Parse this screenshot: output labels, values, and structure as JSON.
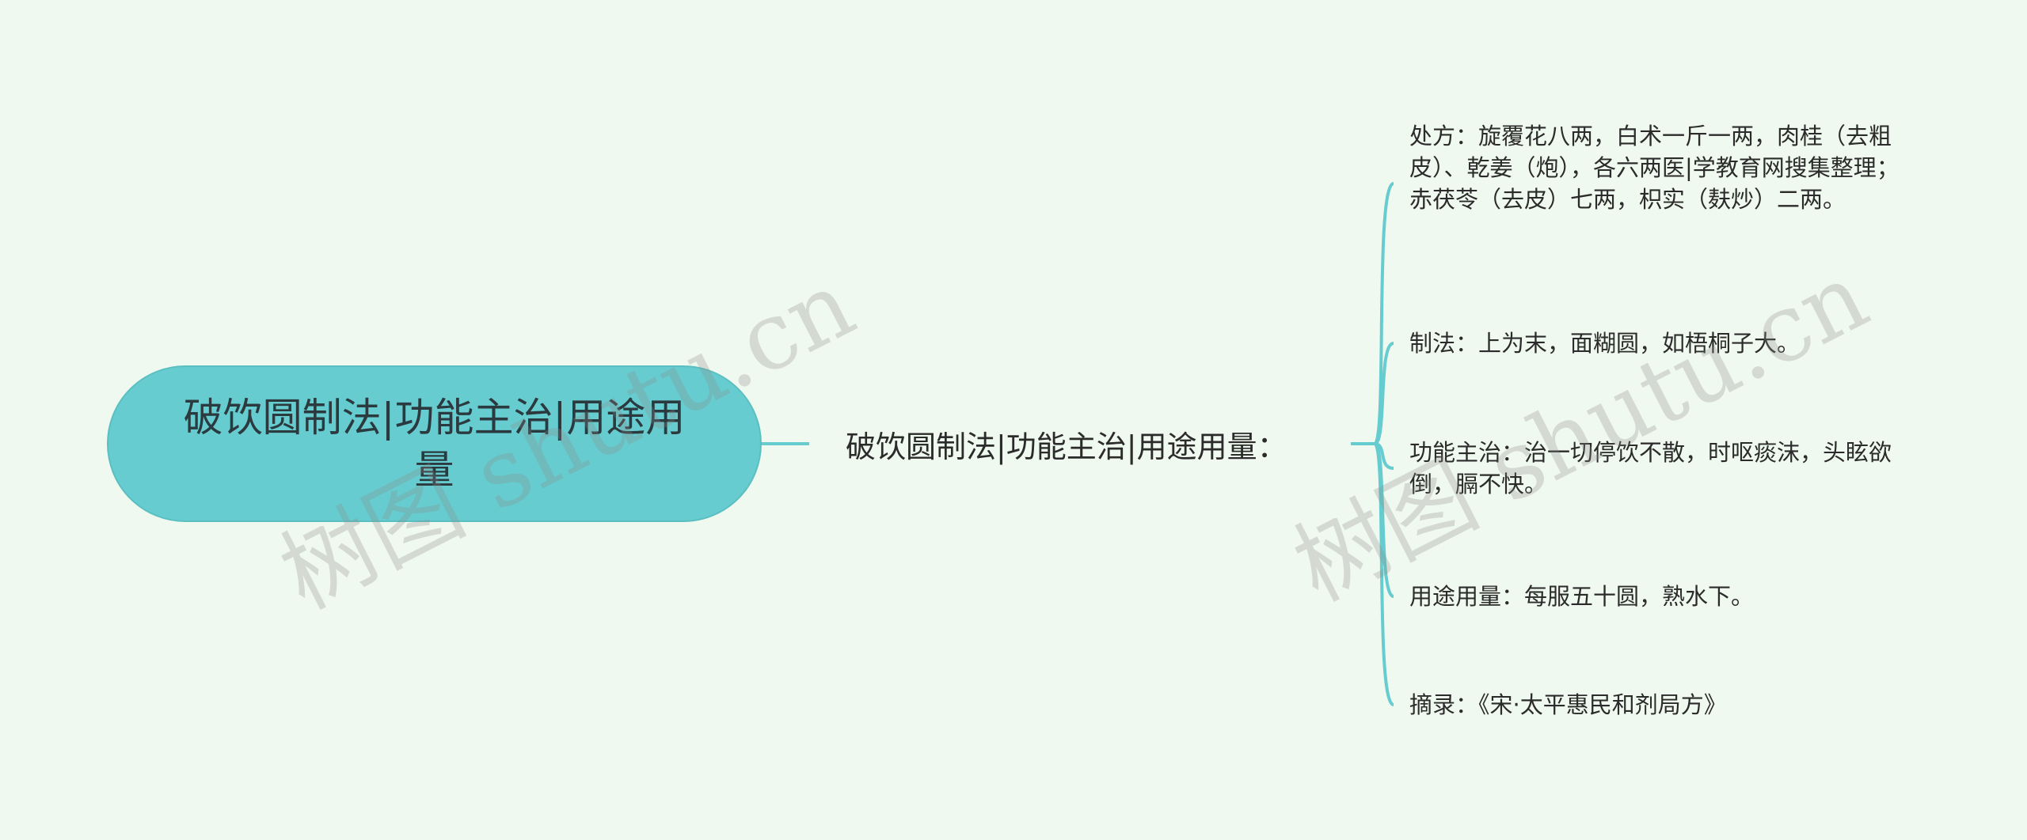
{
  "root": {
    "label": "破饮圆制法|功能主治|用途用量"
  },
  "middle": {
    "label": "破饮圆制法|功能主治|用途用量："
  },
  "leaves": [
    {
      "text": "处方：旋覆花八两，白术一斤一两，肉桂（去粗皮）、乾姜（炮），各六两医|学教育网搜集整理；赤茯苓（去皮）七两，枳实（麸炒）二两。"
    },
    {
      "text": "制法：上为末，面糊圆，如梧桐子大。"
    },
    {
      "text": "功能主治：治一切停饮不散，时呕痰沫，头眩欲倒，膈不快。"
    },
    {
      "text": "用途用量：每服五十圆，熟水下。"
    },
    {
      "text": "摘录：《宋·太平惠民和剂局方》"
    }
  ],
  "watermark": {
    "text": "树图 shutu.cn"
  },
  "colors": {
    "background": "#f0f9ef",
    "root_fill": "#66cccf",
    "connector": "#66cccf",
    "text": "#2b2b2b"
  }
}
